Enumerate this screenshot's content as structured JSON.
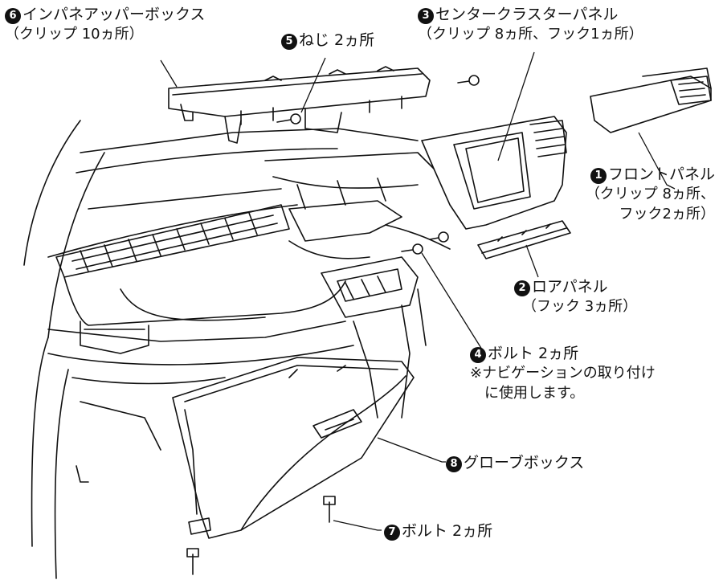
{
  "callouts": {
    "p1": {
      "num": "1",
      "name": "フロントパネル",
      "note1": "（クリップ 8ヵ所、",
      "note2": "フック2ヵ所）"
    },
    "p2": {
      "num": "2",
      "name": "ロアパネル",
      "note1": "（フック 3ヵ所）"
    },
    "p3": {
      "num": "3",
      "name": "センタークラスターパネル",
      "note1": "（クリップ 8ヵ所、フック1ヵ所）"
    },
    "p4": {
      "num": "4",
      "name": "ボルト 2ヵ所",
      "note1": "※ナビゲーションの取り付け",
      "note2": "に使用します。"
    },
    "p5": {
      "num": "5",
      "name": "ねじ 2ヵ所"
    },
    "p6": {
      "num": "6",
      "name": "インパネアッパーボックス",
      "note1": "（クリップ 10ヵ所）"
    },
    "p7": {
      "num": "7",
      "name": "ボルト 2ヵ所"
    },
    "p8": {
      "num": "8",
      "name": "グローブボックス"
    }
  }
}
